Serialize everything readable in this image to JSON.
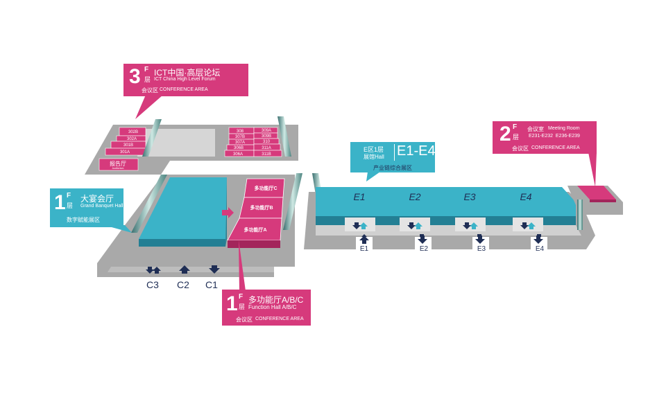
{
  "colors": {
    "magenta": "#d63a7c",
    "cyan": "#3bb3c8",
    "gray": "#a6a6a6",
    "darkgray": "#8c8c8c",
    "navy": "#1f2e55"
  },
  "callout_3f": {
    "num": "3",
    "f": "F",
    "floor": "层",
    "title": "ICT中国·高层论坛",
    "subtitle": "ICT China High Level Forum",
    "zone_cn": "会议区",
    "zone_en": "CONFERENCE AREA"
  },
  "callout_1f_banquet": {
    "num": "1",
    "f": "F",
    "floor": "层",
    "title": "大宴会厅",
    "subtitle": "Grand Banquet Hall",
    "zone_cn": "数字赋能展区"
  },
  "callout_1f_function": {
    "num": "1",
    "f": "F",
    "floor": "层",
    "title": "多功能厅A/B/C",
    "subtitle": "Function Hall A/B/C",
    "zone_cn": "会议区",
    "zone_en": "CONFERENCE AREA"
  },
  "callout_2f": {
    "num": "2",
    "f": "F",
    "floor": "层",
    "title": "会议室",
    "title_en": "Meeting Room",
    "rooms": "E231-E232  E236-E239",
    "zone_cn": "会议区",
    "zone_en": "CONFERENCE AREA"
  },
  "callout_e": {
    "zone": "E区1层",
    "hall": "展馆Hall",
    "range": "E1-E4",
    "subtitle": "产业链综合展区"
  },
  "rooms_3f": {
    "r302b": "302B",
    "r302a": "302A",
    "r301b": "301B",
    "r301a": "301A",
    "r308": "308",
    "r307b": "307B",
    "r307a": "307A",
    "r306b": "306B",
    "r306a": "306A",
    "r309a": "309A",
    "r309b": "309B",
    "r310": "310",
    "r311a": "311A",
    "r311b": "311B",
    "auditorium": "报告厅",
    "auditorium_en": "Auditorium"
  },
  "function_halls": {
    "c": "多功能厅C",
    "b": "多功能厅B",
    "a": "多功能厅A"
  },
  "halls": {
    "e1": "E1",
    "e2": "E2",
    "e3": "E3",
    "e4": "E4"
  },
  "entrances": {
    "c3": "C3",
    "c2": "C2",
    "c1": "C1",
    "e1": "E1",
    "e2": "E2",
    "e3": "E3",
    "e4": "E4"
  }
}
